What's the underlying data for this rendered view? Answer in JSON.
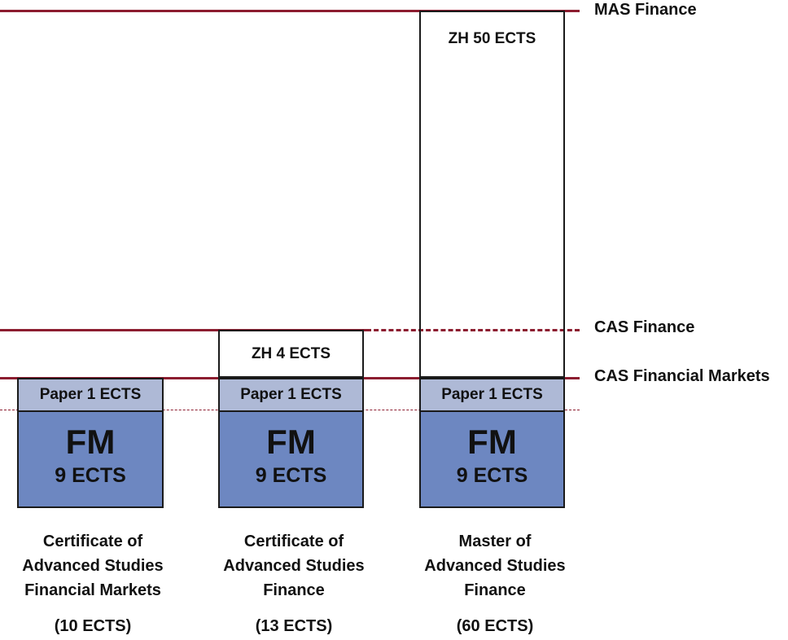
{
  "colors": {
    "accent": "#8c1d30",
    "paper": "#aeb9d6",
    "module": "#6d87c1"
  },
  "levels": {
    "mas": "MAS Finance",
    "cas_finance": "CAS Finance",
    "cas_markets": "CAS Financial Markets"
  },
  "programs": [
    {
      "paper": "Paper 1 ECTS",
      "module": "FM",
      "module_ects": "9 ECTS",
      "caption": [
        "Certificate of",
        "Advanced Studies",
        "Financial Markets"
      ],
      "total": "(10 ECTS)"
    },
    {
      "zh": "ZH 4 ECTS",
      "paper": "Paper 1 ECTS",
      "module": "FM",
      "module_ects": "9 ECTS",
      "caption": [
        "Certificate of",
        "Advanced Studies",
        "Finance"
      ],
      "total": "(13 ECTS)"
    },
    {
      "zh": "ZH 50 ECTS",
      "paper": "Paper 1 ECTS",
      "module": "FM",
      "module_ects": "9 ECTS",
      "caption": [
        "Master of",
        "Advanced Studies",
        "Finance"
      ],
      "total": "(60 ECTS)"
    }
  ]
}
